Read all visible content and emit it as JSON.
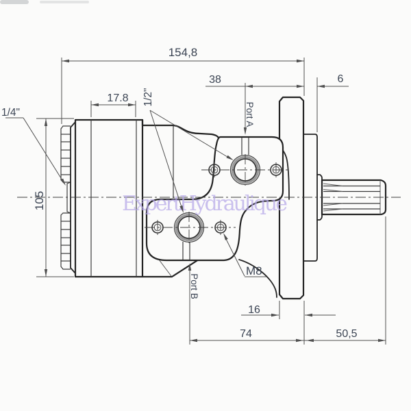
{
  "drawing": {
    "watermark": "ExpertHydraulique",
    "dimensions": {
      "overall_length": "154,8",
      "port_a_to_flange": "38",
      "pilot_protrusion": "6",
      "rear_section_width": "17.8",
      "body_height": "105",
      "flange_thickness": "16",
      "port_b_to_flange": "74",
      "shaft_length": "50,5"
    },
    "labels": {
      "drain_port": "1/4\"",
      "port_thread": "1/2\"",
      "port_a": "Port A",
      "port_b": "Port B",
      "bolt_thread": "M8"
    },
    "colors": {
      "outline": "#232323",
      "dimension_lines": "#4f4f4f",
      "dimension_text": "#3a4352",
      "watermark": "#b7a9e9"
    }
  }
}
